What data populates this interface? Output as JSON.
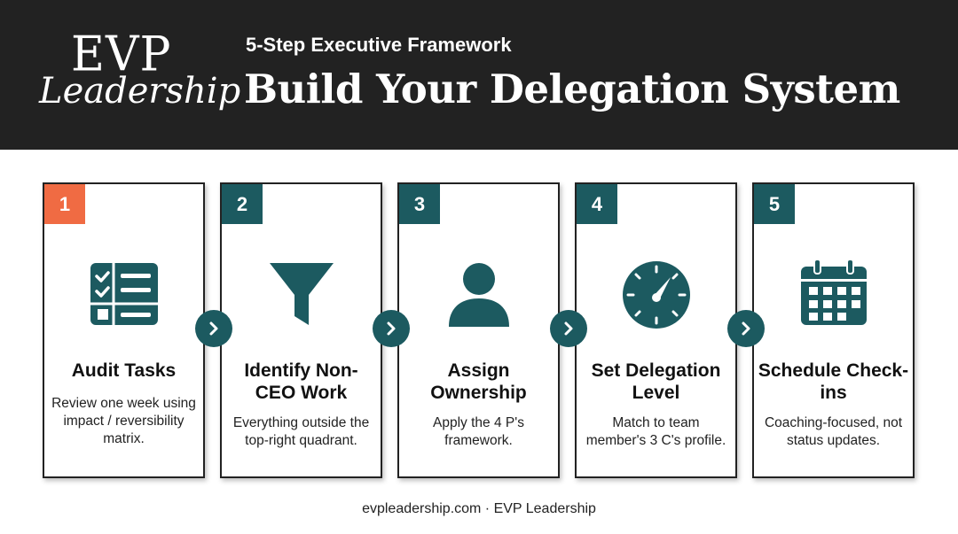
{
  "brand": {
    "logo_top": "EVP",
    "logo_bottom": "Leadership"
  },
  "header": {
    "subtitle": "5-Step Executive Framework",
    "title": "Build Your Delegation System"
  },
  "steps": [
    {
      "number": "1",
      "title": "Audit Tasks",
      "description": "Review one week using impact / reversibility matrix.",
      "icon": "checklist-icon"
    },
    {
      "number": "2",
      "title": "Identify Non-CEO Work",
      "description": "Everything outside the top-right quadrant.",
      "icon": "funnel-icon"
    },
    {
      "number": "3",
      "title": "Assign Ownership",
      "description": "Apply the 4 P's framework.",
      "icon": "person-icon"
    },
    {
      "number": "4",
      "title": "Set Delegation Level",
      "description": "Match to team member's 3 C's profile.",
      "icon": "gauge-icon"
    },
    {
      "number": "5",
      "title": "Schedule Check-ins",
      "description": "Coaching-focused, not status updates.",
      "icon": "calendar-icon"
    }
  ],
  "footer": {
    "text": "evpleadership.com · EVP Leadership"
  },
  "colors": {
    "header_bg": "#222222",
    "accent_teal": "#1c5a60",
    "accent_orange": "#f06b43"
  }
}
